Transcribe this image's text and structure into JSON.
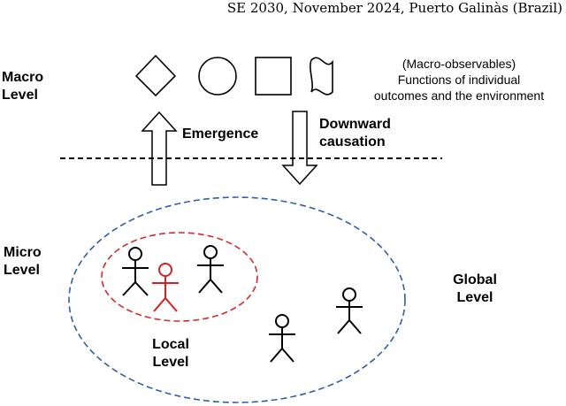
{
  "header": {
    "text": "SE 2030, November 2024, Puerto Galinàs (Brazil)"
  },
  "levels": {
    "macro": [
      "Macro",
      "Level"
    ],
    "micro": [
      "Micro",
      "Level"
    ],
    "local": [
      "Local",
      "Level"
    ],
    "global": [
      "Global",
      "Level"
    ]
  },
  "arrows": {
    "emergence": "Emergence",
    "downward": [
      "Downward",
      "causation"
    ]
  },
  "macro_observables": {
    "title": "(Macro-observables)",
    "lines": [
      "Functions of individual",
      "outcomes and the environment"
    ]
  },
  "colors": {
    "global_ellipse": "#2f5fa8",
    "local_ellipse": "#d42a2a",
    "highlight_agent": "#d42020",
    "stroke": "#000000"
  }
}
